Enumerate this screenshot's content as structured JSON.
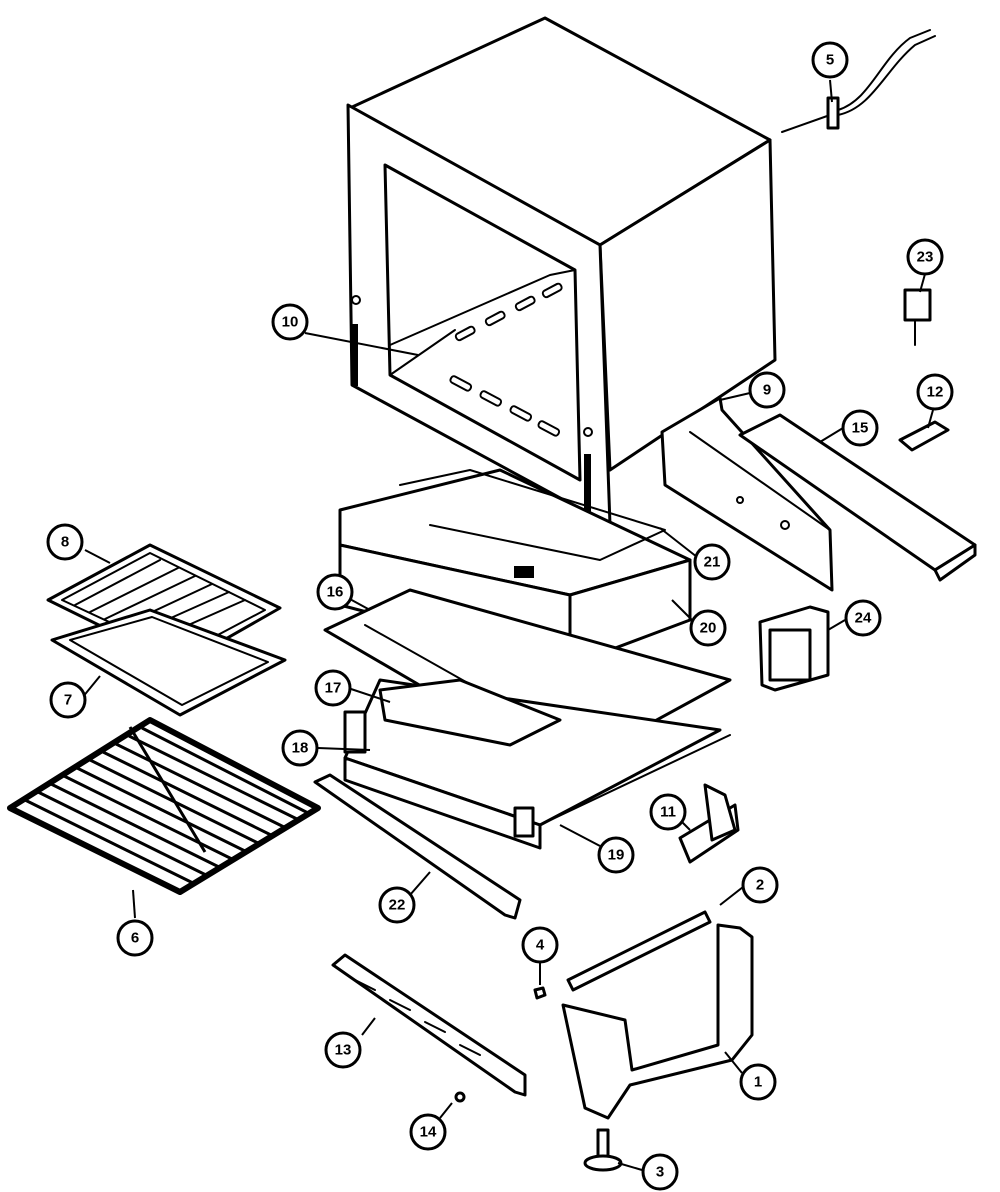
{
  "diagram": {
    "parts": [
      {
        "id": "p1",
        "label": "1"
      },
      {
        "id": "p2",
        "label": "2"
      },
      {
        "id": "p3",
        "label": "3"
      },
      {
        "id": "p4",
        "label": "4"
      },
      {
        "id": "p5",
        "label": "5"
      },
      {
        "id": "p6",
        "label": "6"
      },
      {
        "id": "p7",
        "label": "7"
      },
      {
        "id": "p8",
        "label": "8"
      },
      {
        "id": "p9",
        "label": "9"
      },
      {
        "id": "p10",
        "label": "10"
      },
      {
        "id": "p11",
        "label": "11"
      },
      {
        "id": "p12",
        "label": "12"
      },
      {
        "id": "p13",
        "label": "13"
      },
      {
        "id": "p14",
        "label": "14"
      },
      {
        "id": "p15",
        "label": "15"
      },
      {
        "id": "p16",
        "label": "16"
      },
      {
        "id": "p17",
        "label": "17"
      },
      {
        "id": "p18",
        "label": "18"
      },
      {
        "id": "p19",
        "label": "19"
      },
      {
        "id": "p20",
        "label": "20"
      },
      {
        "id": "p21",
        "label": "21"
      },
      {
        "id": "p22",
        "label": "22"
      },
      {
        "id": "p23",
        "label": "23"
      },
      {
        "id": "p24",
        "label": "24"
      }
    ]
  }
}
